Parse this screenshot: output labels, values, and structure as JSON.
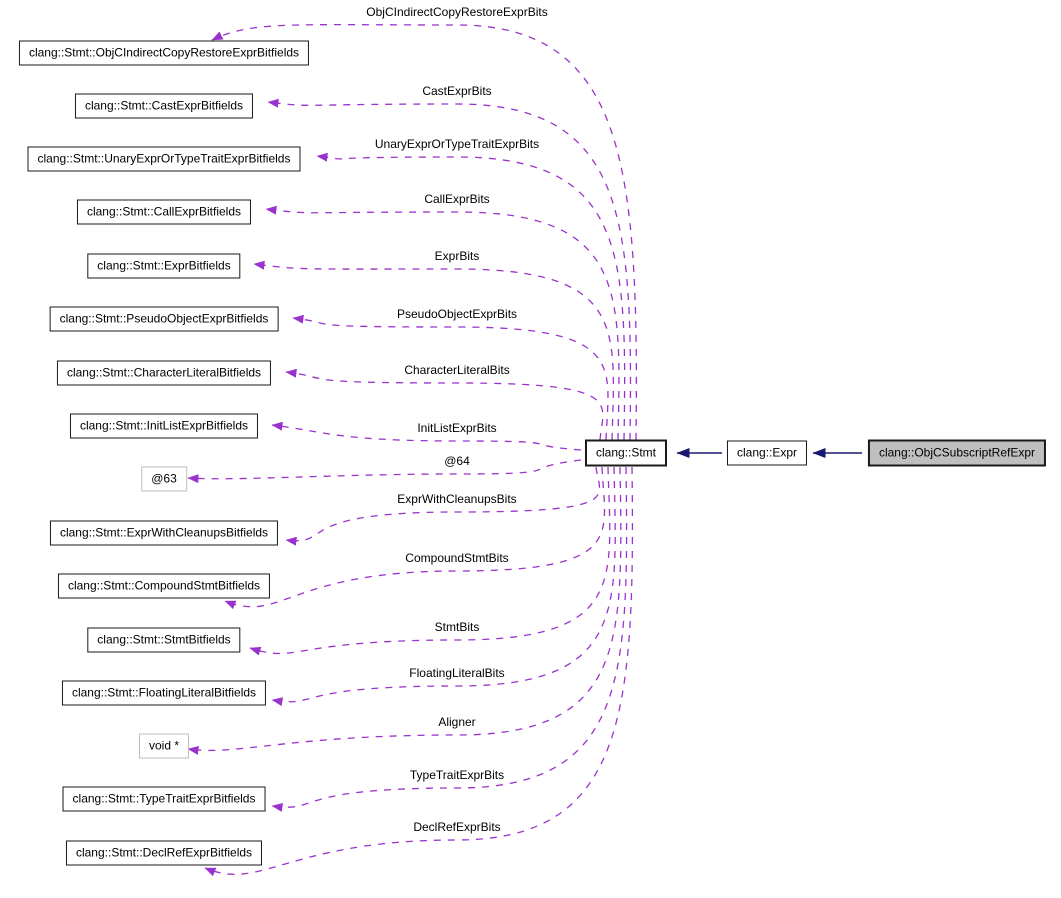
{
  "diagram": {
    "kind": "collaboration-graph",
    "colors": {
      "background": "#ffffff",
      "usage_edge": "#9a32cd",
      "inheritance_edge": "#191970",
      "node_border": "#1a1a1a",
      "node_border_light": "#bebebe",
      "current_node_fill": "#bfbfbf",
      "text": "#000000"
    },
    "nodes": [
      {
        "label": "clang::Stmt::ObjCIndirectCopyRestoreExprBitfields",
        "kind": "class"
      },
      {
        "label": "clang::Stmt::CastExprBitfields",
        "kind": "class"
      },
      {
        "label": "clang::Stmt::UnaryExprOrTypeTraitExprBitfields",
        "kind": "class"
      },
      {
        "label": "clang::Stmt::CallExprBitfields",
        "kind": "class"
      },
      {
        "label": "clang::Stmt::ExprBitfields",
        "kind": "class"
      },
      {
        "label": "clang::Stmt::PseudoObjectExprBitfields",
        "kind": "class"
      },
      {
        "label": "clang::Stmt::CharacterLiteralBitfields",
        "kind": "class"
      },
      {
        "label": "clang::Stmt::InitListExprBitfields",
        "kind": "class"
      },
      {
        "label": "@63",
        "kind": "anonymous"
      },
      {
        "label": "clang::Stmt::ExprWithCleanupsBitfields",
        "kind": "class"
      },
      {
        "label": "clang::Stmt::CompoundStmtBitfields",
        "kind": "class"
      },
      {
        "label": "clang::Stmt::StmtBitfields",
        "kind": "class"
      },
      {
        "label": "clang::Stmt::FloatingLiteralBitfields",
        "kind": "class"
      },
      {
        "label": "void *",
        "kind": "pointer"
      },
      {
        "label": "clang::Stmt::TypeTraitExprBitfields",
        "kind": "class"
      },
      {
        "label": "clang::Stmt::DeclRefExprBitfields",
        "kind": "class"
      },
      {
        "label": "clang::Stmt",
        "kind": "hub"
      },
      {
        "label": "clang::Expr",
        "kind": "class"
      },
      {
        "label": "clang::ObjCSubscriptRefExpr",
        "kind": "current"
      }
    ],
    "edges": [
      {
        "from": "clang::Stmt",
        "to": "clang::Stmt::ObjCIndirectCopyRestoreExprBitfields",
        "label": "ObjCIndirectCopyRestoreExprBits",
        "style": "dashed"
      },
      {
        "from": "clang::Stmt",
        "to": "clang::Stmt::CastExprBitfields",
        "label": "CastExprBits",
        "style": "dashed"
      },
      {
        "from": "clang::Stmt",
        "to": "clang::Stmt::UnaryExprOrTypeTraitExprBitfields",
        "label": "UnaryExprOrTypeTraitExprBits",
        "style": "dashed"
      },
      {
        "from": "clang::Stmt",
        "to": "clang::Stmt::CallExprBitfields",
        "label": "CallExprBits",
        "style": "dashed"
      },
      {
        "from": "clang::Stmt",
        "to": "clang::Stmt::ExprBitfields",
        "label": "ExprBits",
        "style": "dashed"
      },
      {
        "from": "clang::Stmt",
        "to": "clang::Stmt::PseudoObjectExprBitfields",
        "label": "PseudoObjectExprBits",
        "style": "dashed"
      },
      {
        "from": "clang::Stmt",
        "to": "clang::Stmt::CharacterLiteralBitfields",
        "label": "CharacterLiteralBits",
        "style": "dashed"
      },
      {
        "from": "clang::Stmt",
        "to": "clang::Stmt::InitListExprBitfields",
        "label": "InitListExprBits",
        "style": "dashed"
      },
      {
        "from": "clang::Stmt",
        "to": "@63",
        "label": "@64",
        "style": "dashed"
      },
      {
        "from": "clang::Stmt",
        "to": "clang::Stmt::ExprWithCleanupsBitfields",
        "label": "ExprWithCleanupsBits",
        "style": "dashed"
      },
      {
        "from": "clang::Stmt",
        "to": "clang::Stmt::CompoundStmtBitfields",
        "label": "CompoundStmtBits",
        "style": "dashed"
      },
      {
        "from": "clang::Stmt",
        "to": "clang::Stmt::StmtBitfields",
        "label": "StmtBits",
        "style": "dashed"
      },
      {
        "from": "clang::Stmt",
        "to": "clang::Stmt::FloatingLiteralBitfields",
        "label": "FloatingLiteralBits",
        "style": "dashed"
      },
      {
        "from": "clang::Stmt",
        "to": "void *",
        "label": "Aligner",
        "style": "dashed"
      },
      {
        "from": "clang::Stmt",
        "to": "clang::Stmt::TypeTraitExprBitfields",
        "label": "TypeTraitExprBits",
        "style": "dashed"
      },
      {
        "from": "clang::Stmt",
        "to": "clang::Stmt::DeclRefExprBitfields",
        "label": "DeclRefExprBits",
        "style": "dashed"
      }
    ],
    "inheritance": [
      {
        "from": "clang::Expr",
        "to": "clang::Stmt",
        "style": "solid"
      },
      {
        "from": "clang::ObjCSubscriptRefExpr",
        "to": "clang::Expr",
        "style": "solid"
      }
    ]
  }
}
